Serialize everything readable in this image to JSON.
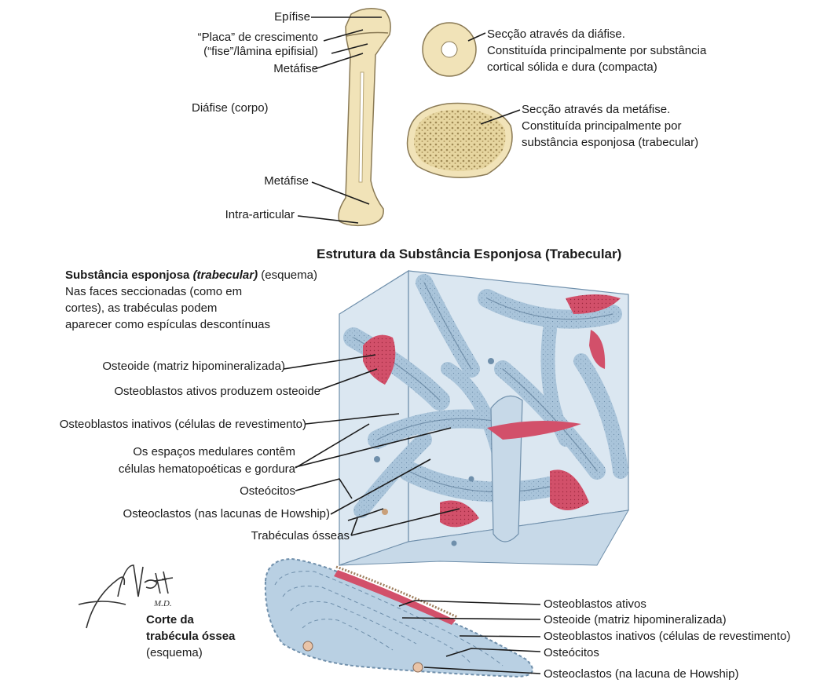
{
  "long_bone": {
    "epiphysis": "Epífise",
    "growth_plate_line1": "“Placa” de crescimento",
    "growth_plate_line2": "(“fise”/lâmina epifisial)",
    "metaphysis_top": "Metáfise",
    "diaphysis": "Diáfise (corpo)",
    "metaphysis_bottom": "Metáfise",
    "intra_articular": "Intra-articular"
  },
  "sections": {
    "diaphysis": [
      "Secção através da diáfise.",
      "Constituída principalmente por substância",
      "cortical sólida e dura (compacta)"
    ],
    "metaphysis": [
      "Secção através da metáfise.",
      "Constituída principalmente por",
      "substância esponjosa (trabecular)"
    ]
  },
  "spongy": {
    "title": "Estrutura da Substância Esponjosa (Trabecular)",
    "scheme_title_bold": "Substância esponjosa",
    "scheme_title_bolditalic": "(trabecular)",
    "scheme_title_rest": "(esquema)",
    "scheme_desc": [
      "Nas faces seccionadas (como em",
      "cortes), as trabéculas podem",
      "aparecer como espículas descontínuas"
    ],
    "labels": {
      "osteoid": "Osteoide (matriz hipomineralizada)",
      "active_osteoblasts": "Osteoblastos ativos produzem osteoide",
      "inactive_osteoblasts": "Osteoblastos inativos (células de revestimento)",
      "marrow_line1": "Os espaços medulares contêm",
      "marrow_line2": "células hematopoéticas e gordura",
      "osteocytes": "Osteócitos",
      "osteoclasts": "Osteoclastos (nas lacunas de Howship)",
      "trabeculae": "Trabéculas ósseas"
    }
  },
  "trabecula_section": {
    "title_line1": "Corte da",
    "title_line2": "trabécula óssea",
    "title_line3": "(esquema)",
    "labels": {
      "active_osteoblasts": "Osteoblastos ativos",
      "osteoid": "Osteoide (matriz hipomineralizada)",
      "inactive_osteoblasts": "Osteoblastos inativos (células de revestimento)",
      "osteocytes": "Osteócitos",
      "osteoclasts": "Osteoclastos (na lacuna de Howship)"
    }
  },
  "signature": "F. Netter M.D.",
  "colors": {
    "bone": "#f1e3b8",
    "bone_outline": "#8a7a55",
    "trabecula": "#a9c4da",
    "trabecula_dark": "#6f8fab",
    "osteoid": "#d2506a",
    "osteoid_light": "#f0a7b3",
    "ink": "#1a1a1a"
  }
}
